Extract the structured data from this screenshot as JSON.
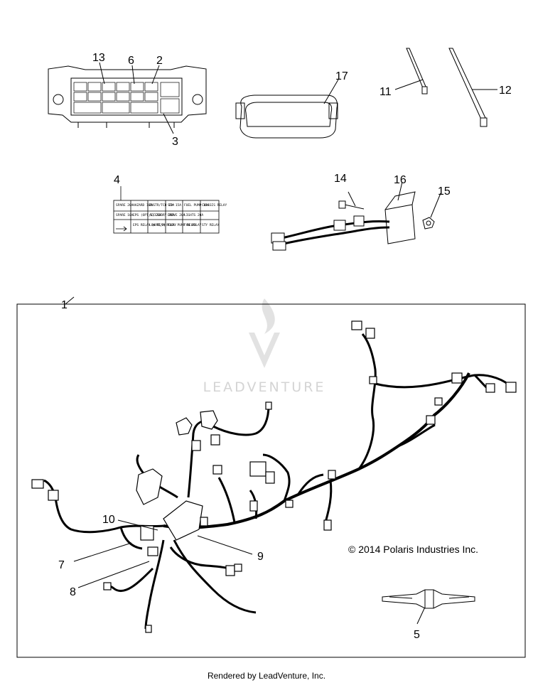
{
  "callouts": {
    "c1": "1",
    "c2": "2",
    "c3": "3",
    "c4": "4",
    "c5": "5",
    "c6": "6",
    "c7": "7",
    "c8": "8",
    "c9": "9",
    "c10": "10",
    "c11": "11",
    "c12": "12",
    "c13": "13",
    "c14": "14",
    "c15": "15",
    "c16": "16",
    "c17": "17"
  },
  "copyright": "© 2014 Polaris Industries Inc.",
  "watermark": "LEADVENTURE",
  "footer": "Rendered by LeadVenture, Inc.",
  "fuse_label": {
    "rows": [
      [
        "SPARE 20A",
        "HAZARD 10A",
        "INSTR/TCH 10A",
        "STY 15A",
        "FUEL PUMP 15A",
        "CHASSIS RELAY"
      ],
      [
        "SPARE 10A",
        "EPS (OPT_1) 20A",
        "ACCESSORY 20A",
        "DRIVE 20A",
        "LIGHTS 20A",
        ""
      ],
      [
        "",
        "EPS RELAY (OPT_1)",
        "LOW BEAM RELAY",
        "FUEL PUMP RELAY",
        "FAN RELAY",
        "STY RELAY"
      ]
    ]
  }
}
